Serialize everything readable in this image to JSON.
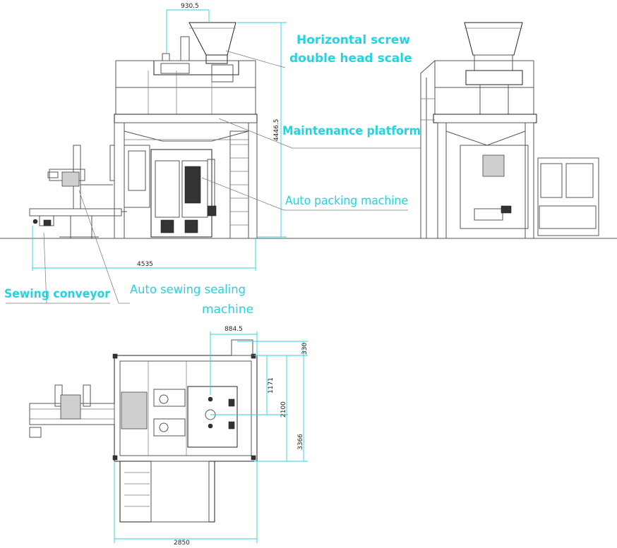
{
  "labels": {
    "scale_line1": "Horizontal screw",
    "scale_line2": "double head scale",
    "maintenance": "Maintenance platform",
    "auto_packing": "Auto packing machine",
    "sewing_conveyor": "Sewing conveyor",
    "sewing_sealing_line1": "Auto sewing sealing",
    "sewing_sealing_line2": "machine"
  },
  "dimensions": {
    "top_width": "930.5",
    "height_total": "4446.5",
    "length_total": "4535",
    "plan_offset": "884.5",
    "plan_330": "330",
    "plan_1171": "1171",
    "plan_2100": "2100",
    "plan_3366": "3366",
    "plan_2850": "2850"
  },
  "colors": {
    "callout": "#22d4e0",
    "line": "#555555"
  }
}
